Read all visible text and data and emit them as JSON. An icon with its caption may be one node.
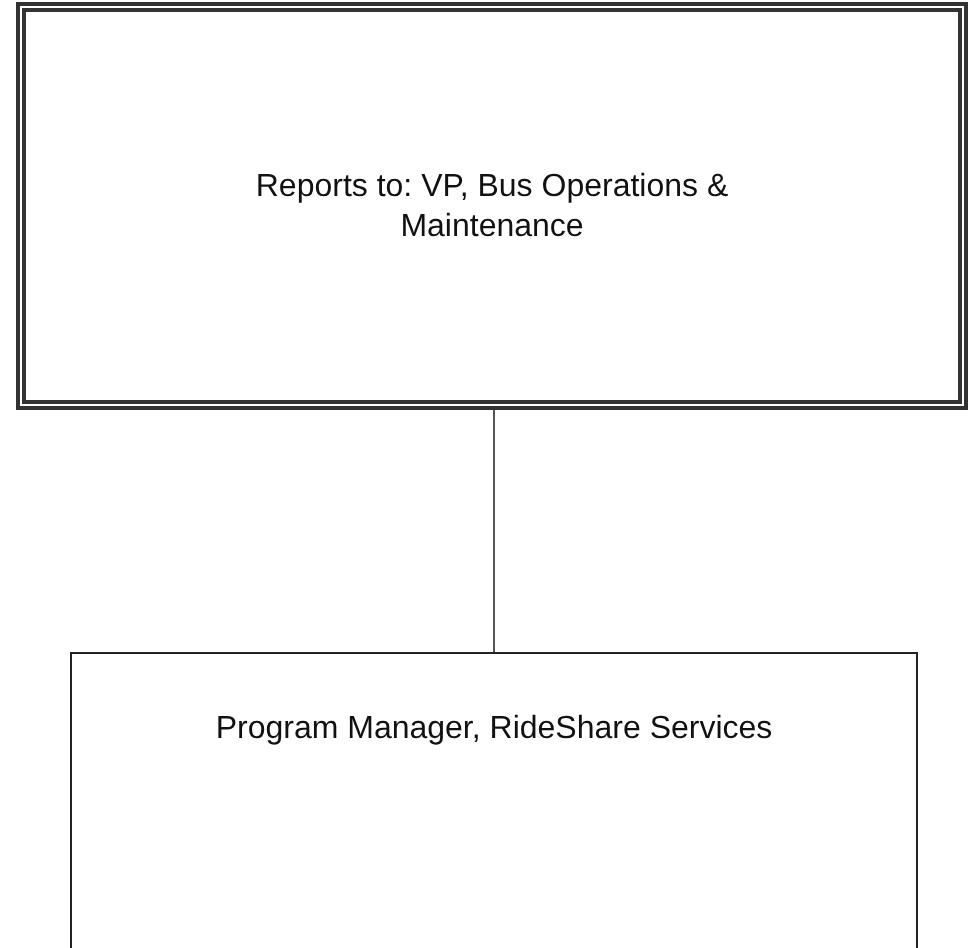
{
  "diagram": {
    "nodes": [
      {
        "text": [
          "Reports to: VP, Bus Operations & Maintenance"
        ]
      },
      {
        "text": [
          "Program Manager, RideShare Services"
        ]
      }
    ],
    "edges": [
      {
        "from": 0,
        "to": 1,
        "arrow": "none"
      }
    ]
  }
}
